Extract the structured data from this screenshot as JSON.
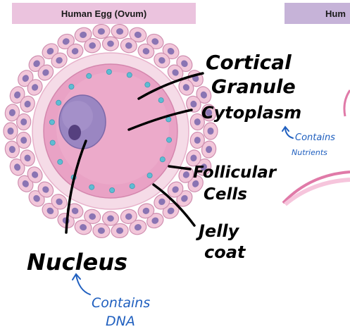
{
  "panels": {
    "left_title": "Human Egg (Ovum)",
    "right_title_partial": "Hum"
  },
  "labels": {
    "cortical": "Cortical",
    "granule": "Granule",
    "cytoplasm": "Cytoplasm",
    "cytoplasm_note_1": "Contains",
    "cytoplasm_note_2": "Nutrients",
    "follicular": "Follicular",
    "cells": "Cells",
    "jelly": "Jelly",
    "coat": "coat",
    "nucleus": "Nucleus",
    "nucleus_note_1": "Contains",
    "nucleus_note_2": "DNA"
  },
  "colors": {
    "follicle_cell_fill": "#f2c7da",
    "follicle_nucleus": "#8a74b3",
    "jelly_coat": "#f3d5e3",
    "cytoplasm": "#e9a2c5",
    "nucleus": "#9a86c2",
    "nucleolus": "#56407f",
    "cortical_granule": "#5fbcd3",
    "ink_black": "#000000",
    "ink_blue": "#1f5fbf"
  }
}
